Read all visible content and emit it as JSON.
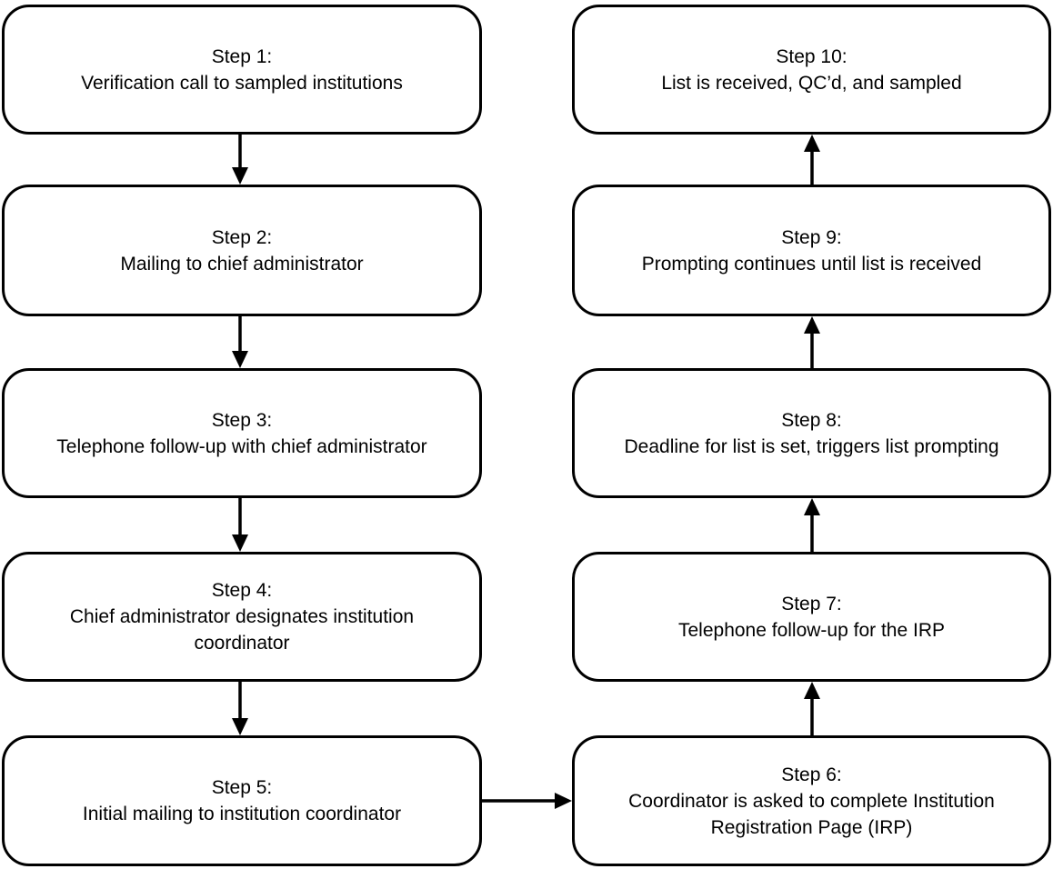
{
  "diagram": {
    "type": "flowchart",
    "steps": [
      {
        "label": "Step 1:",
        "text": "Verification call to sampled institutions"
      },
      {
        "label": "Step 2:",
        "text": "Mailing to chief administrator"
      },
      {
        "label": "Step 3:",
        "text": "Telephone follow-up with chief administrator"
      },
      {
        "label": "Step 4:",
        "text": "Chief administrator designates institution coordinator"
      },
      {
        "label": "Step 5:",
        "text": "Initial mailing to institution coordinator"
      },
      {
        "label": "Step 6:",
        "text": "Coordinator is asked to complete Institution Registration Page (IRP)"
      },
      {
        "label": "Step 7:",
        "text": "Telephone follow-up for the IRP"
      },
      {
        "label": "Step 8:",
        "text": "Deadline for list is set, triggers list prompting"
      },
      {
        "label": "Step 9:",
        "text": "Prompting continues until list is received"
      },
      {
        "label": "Step 10:",
        "text": "List is received, QC’d, and sampled"
      }
    ],
    "connections": [
      {
        "from": "Step 1",
        "to": "Step 2",
        "direction": "down"
      },
      {
        "from": "Step 2",
        "to": "Step 3",
        "direction": "down"
      },
      {
        "from": "Step 3",
        "to": "Step 4",
        "direction": "down"
      },
      {
        "from": "Step 4",
        "to": "Step 5",
        "direction": "down"
      },
      {
        "from": "Step 5",
        "to": "Step 6",
        "direction": "right"
      },
      {
        "from": "Step 6",
        "to": "Step 7",
        "direction": "up"
      },
      {
        "from": "Step 7",
        "to": "Step 8",
        "direction": "up"
      },
      {
        "from": "Step 8",
        "to": "Step 9",
        "direction": "up"
      },
      {
        "from": "Step 9",
        "to": "Step 10",
        "direction": "up"
      }
    ],
    "colors": {
      "box_border": "#000000",
      "box_fill": "#ffffff",
      "text": "#000000",
      "arrow": "#000000",
      "background": "#ffffff"
    }
  }
}
